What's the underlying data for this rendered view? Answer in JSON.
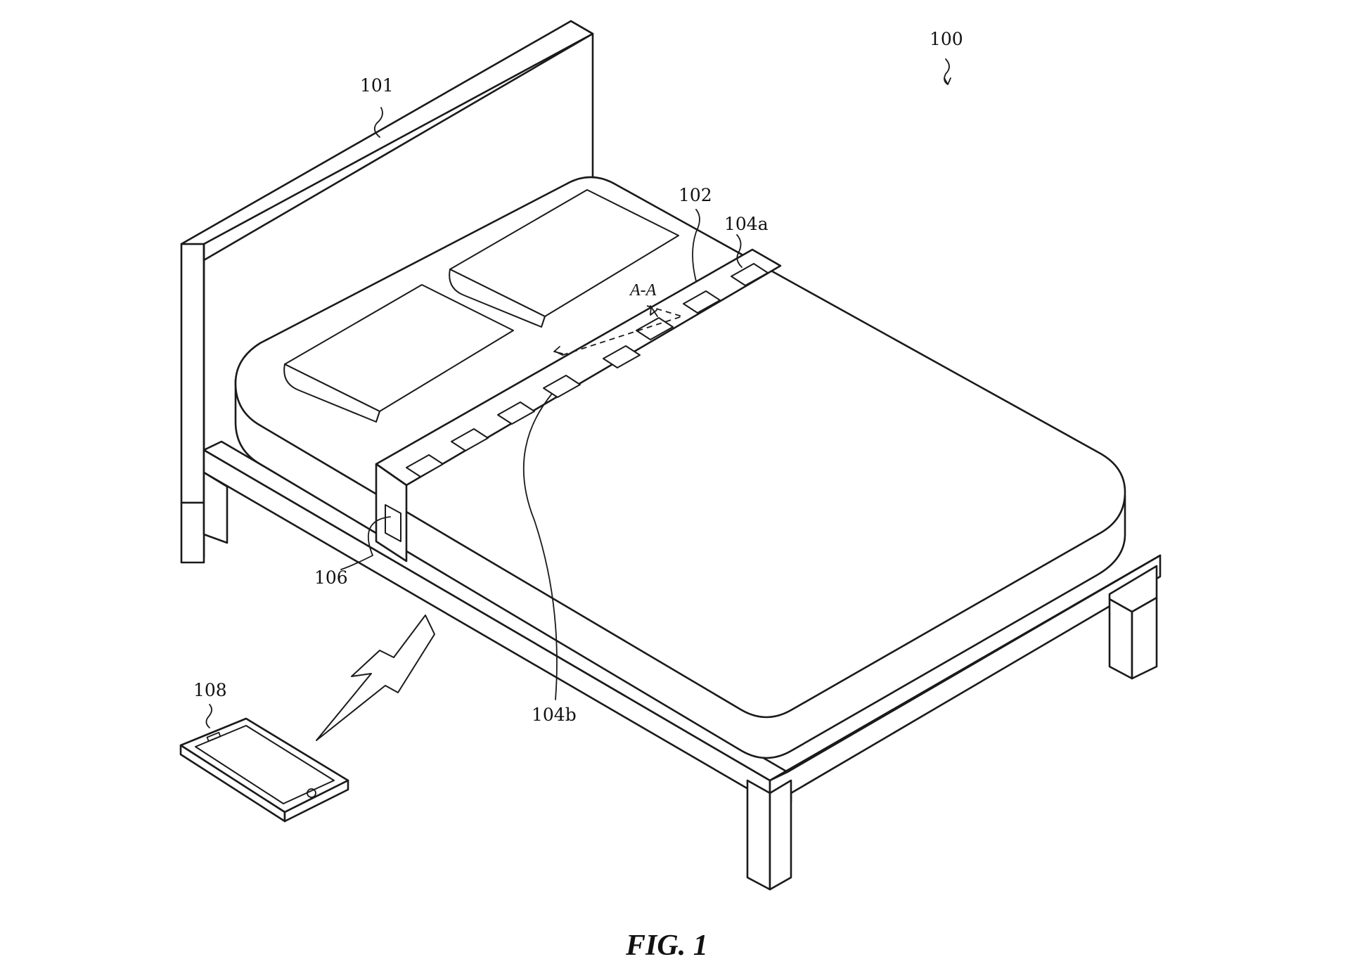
{
  "labels": {
    "figure_number": "100",
    "headboard": "101",
    "strap": "102",
    "sensor_a": "104a",
    "sensor_b": "104b",
    "controller": "106",
    "device": "108",
    "section": "A-A"
  },
  "caption": "FIG. 1"
}
